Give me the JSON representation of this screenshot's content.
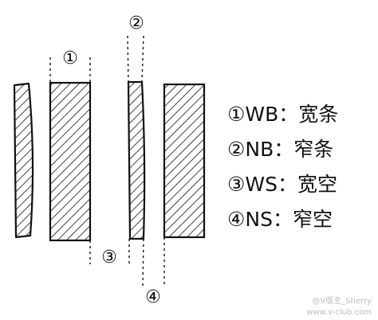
{
  "diagram": {
    "ink_color": "#111111",
    "background_color": "#ffffff",
    "markers": [
      {
        "id": "1",
        "glyph": "①"
      },
      {
        "id": "2",
        "glyph": "②"
      },
      {
        "id": "3",
        "glyph": "③"
      },
      {
        "id": "4",
        "glyph": "④"
      }
    ],
    "legend": [
      {
        "marker": "①",
        "code": "WB",
        "sep": "：",
        "meaning": "宽条"
      },
      {
        "marker": "②",
        "code": "NB",
        "sep": "：",
        "meaning": "窄条"
      },
      {
        "marker": "③",
        "code": "WS",
        "sep": "：",
        "meaning": "宽空"
      },
      {
        "marker": "④",
        "code": "NS",
        "sep": "：",
        "meaning": "窄空"
      }
    ]
  },
  "watermark": {
    "line1": "@V版主_Sherry",
    "line2": "www.v-club.com"
  }
}
